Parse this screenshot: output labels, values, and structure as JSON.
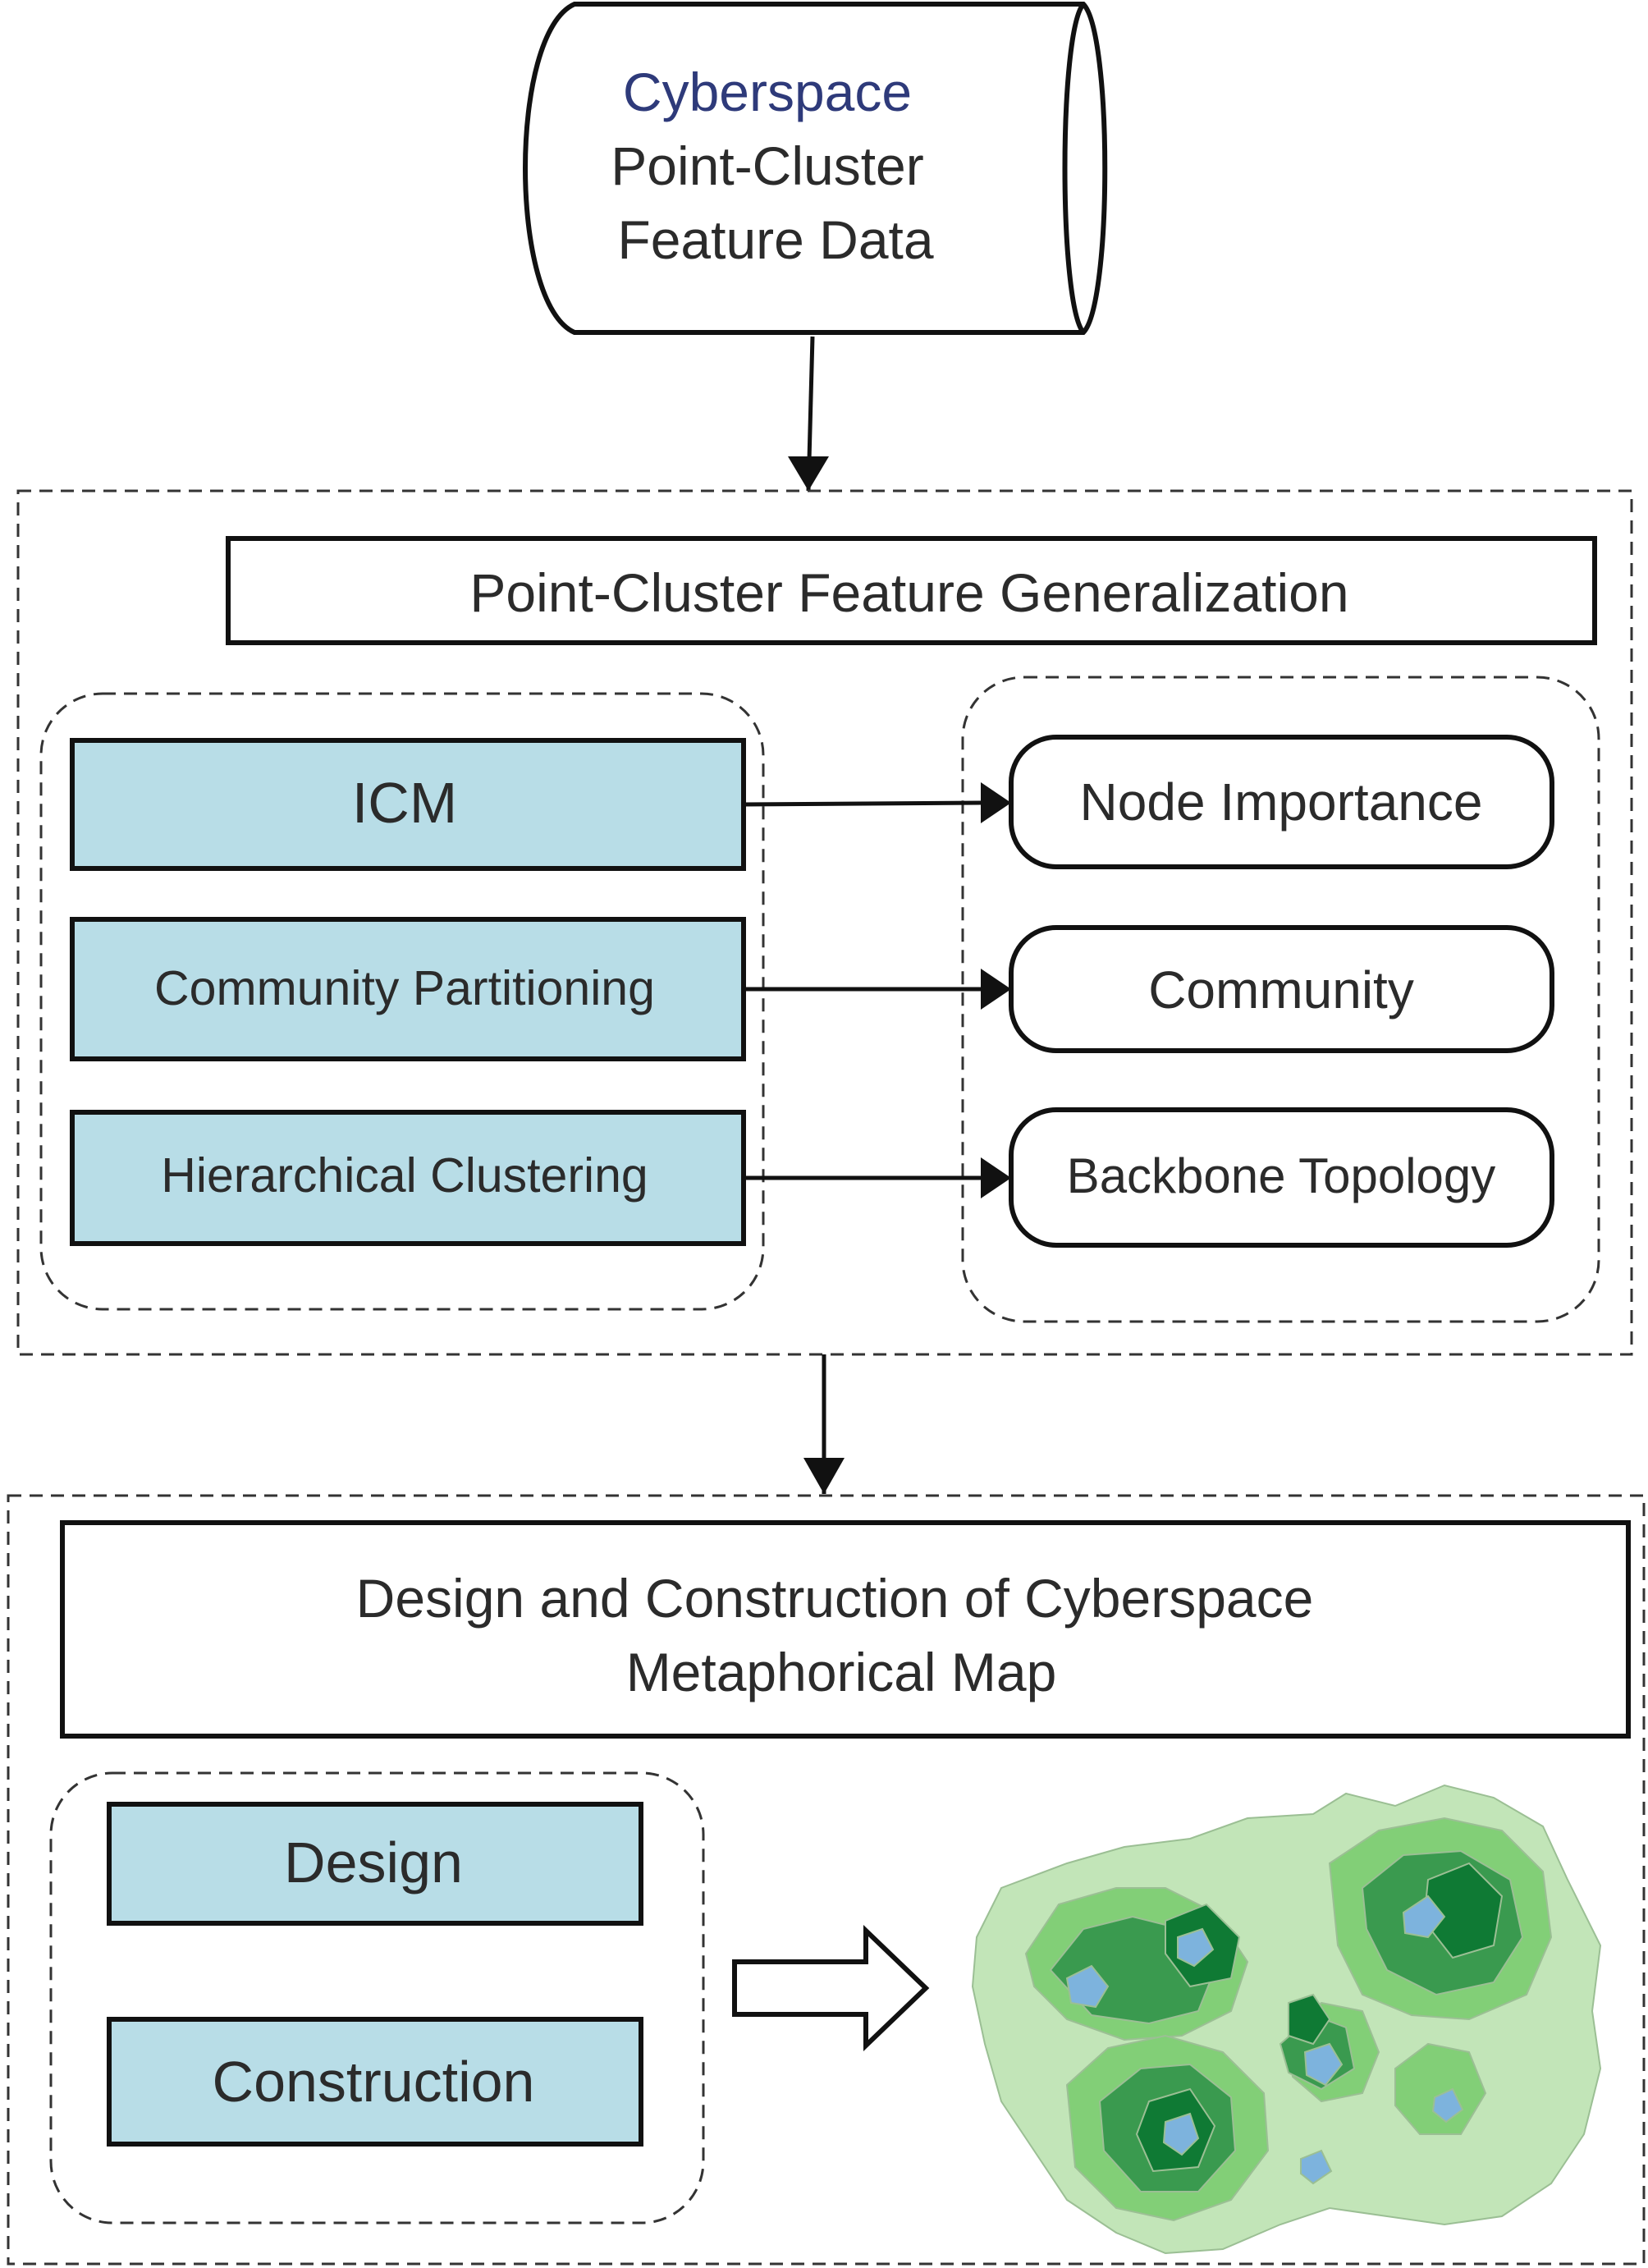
{
  "source": {
    "line1": "Cyberspace",
    "line2": "Point-Cluster",
    "line3": "Feature Data"
  },
  "generalization": {
    "title": "Point-Cluster Feature Generalization",
    "methods": [
      "ICM",
      "Community Partitioning",
      "Hierarchical Clustering"
    ],
    "outputs": [
      "Node Importance",
      "Community",
      "Backbone Topology"
    ]
  },
  "map_section": {
    "title_line1": "Design and Construction of Cyberspace",
    "title_line2": "Metaphorical Map",
    "steps": [
      "Design",
      "Construction"
    ]
  },
  "colors": {
    "method_fill": "#b8dde7",
    "map_light": "#c2e5b8",
    "map_mid": "#82cf77",
    "map_dark": "#3a9a4f",
    "map_darkest": "#0f7a34",
    "map_core": "#7db3dd"
  }
}
